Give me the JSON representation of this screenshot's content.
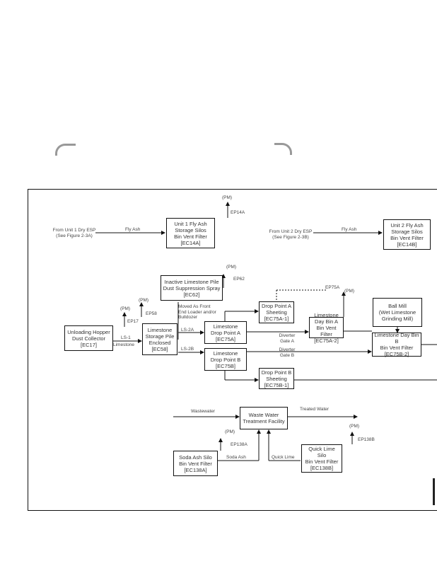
{
  "nodes": {
    "ec14a": "Unit 1 Fly Ash\nStorage Silos\nBin Vent Filter\n[EC14A]",
    "ec14b": "Unit 2 Fly Ash\nStorage Silos\nBin Vent Filter\n[EC14B]",
    "ec62": "Inactive Limestone Pile\nDust Suppression Spray\n[EC62]",
    "ec17": "Unloading Hopper\nDust Collector\n[EC17]",
    "ec58": "Limestone\nStorage Pile\nEnclosed\n[EC58]",
    "ec75a": "Limestone\nDrop Point A\n[EC75A]",
    "ec75b": "Limestone\nDrop Point B\n[EC75B]",
    "ec75a1": "Drop Point A\nSheeting\n[EC75A-1]",
    "ec75a2": "Limestone Day Bin A\nBin Vent Filter\n[EC75A-2]",
    "ec75b1": "Drop Point B\nSheeting\n[EC75B-1]",
    "ballmill": "Ball Mill\n(Wet Limestone\nGrinding Mill)",
    "ec75b2": "Limestone Day Bin B\nBin Vent Filter\n[EC75B-2]",
    "wwtf": "Waste Water\nTreatment Facility",
    "ec138a": "Soda Ash Silo\nBin Vent Filter\n[EC138A]",
    "ec138b": "Quick Lime Silo\nBin Vent Filter\n[EC138B]"
  },
  "labels": {
    "from_unit1": "From Unit 1 Dry ESP\n(See Figure 2-3A)",
    "from_unit2": "From Unit 2 Dry ESP\n(See Figure 2-3B)",
    "fly_ash_1": "Fly Ash",
    "fly_ash_2": "Fly Ash",
    "pm_14a": "(PM)",
    "ep14a": "EP14A",
    "pm_62": "(PM)",
    "ep62": "EP62",
    "pm_17": "(PM)",
    "ep17": "EP17",
    "pm_58": "(PM)",
    "ep58": "EP58",
    "moved": "Moved As Front\nEnd Loader and/or\nBulldozer",
    "limestone": "Limestone",
    "ls1": "LS-1",
    "ls2a": "LS-2A",
    "ls2b": "LS-2B",
    "ep75a": "EP75A",
    "pm_75a": "(PM)",
    "diverter_a": "Diverter\nGate A",
    "diverter_b": "Diverter\nGate B",
    "wastewater": "Wastewater",
    "treated": "Treated Water",
    "pm_138a": "(PM)",
    "ep138a": "EP138A",
    "pm_138b": "(PM)",
    "ep138b": "EP138B",
    "soda_ash": "Soda Ash",
    "quick_lime": "Quick Lime"
  }
}
